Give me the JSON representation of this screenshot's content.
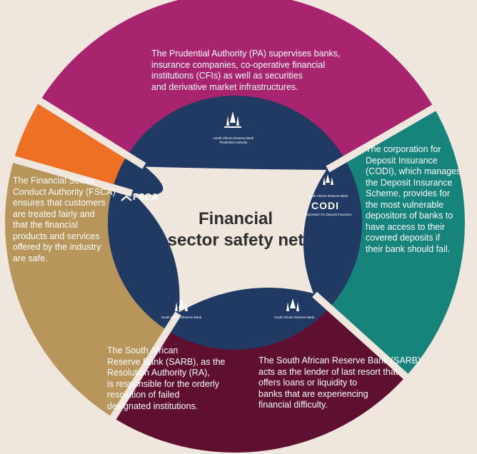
{
  "segments": {
    "top": {
      "text": "The Prudential Authority (PA) supervises banks,\ninsurance companies, co-operative financial\ninstitutions (CFIs) as well as securities\nand derivative market infrastructures.",
      "logo_text": "South African Reserve Bank\nPrudential Authority",
      "color": "#a9246e"
    },
    "right": {
      "text": "The corporation for\nDeposit Insurance\n(CODI), which manages\nthe Deposit Insurance\nScheme, provides for\nthe most vulnerable\ndepositors of banks to\nhave access to their\ncovered deposits if\ntheir bank should fail.",
      "logo_text": "South African Reserve Bank",
      "logo_caption": "Corporation for Deposit Insurance",
      "logo_mark": "CODI",
      "color": "#17847c"
    },
    "left": {
      "text": "The Financial Sector\nConduct Authority (FSCA)\nensures that customers\nare treated fairly and\nthat the financial\nproducts and services\noffered by the industry\n are safe.",
      "logo_mark": "FSCA",
      "color": "#ee7024"
    },
    "bottom_left": {
      "text": "The South African\nReserve Bank (SARB), as the\nResolution Authority (RA),\nis responsible for the orderly\nresolution of failed\ndesignated institutions.",
      "logo_text": "South African Reserve Bank",
      "color": "#b8955a"
    },
    "bottom_right": {
      "text": "The South African Reserve Bank (SARB)\nacts as the lender of last resort that\noffers loans or liquidity to\nbanks that are experiencing\n financial difficulty.",
      "logo_text": "South African Reserve Bank",
      "color": "#5f0f2f"
    }
  },
  "center": {
    "title_line1": "Financial",
    "title_line2": "sector safety net"
  },
  "colors": {
    "background": "#efe6de",
    "inner_ring": "#213a64",
    "center": "#efe6de",
    "title": "#2e2e2e"
  }
}
